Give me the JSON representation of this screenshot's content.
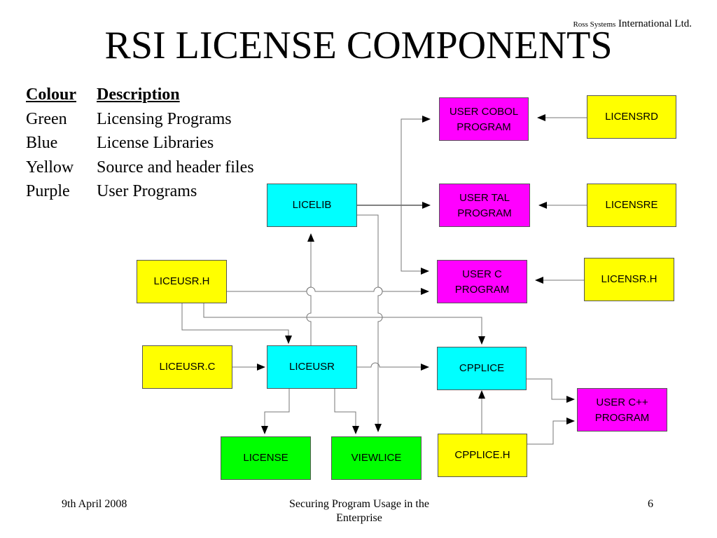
{
  "header": {
    "company_small": "Ross Systems",
    "company_large": "International Ltd.",
    "title": "RSI LICENSE COMPONENTS"
  },
  "legend": {
    "col1_header": "Colour",
    "col2_header": "Description",
    "rows": [
      {
        "colour": "Green",
        "description": "Licensing Programs"
      },
      {
        "colour": "Blue",
        "description": "License Libraries"
      },
      {
        "colour": "Yellow",
        "description": "Source and header files"
      },
      {
        "colour": "Purple",
        "description": "User Programs"
      }
    ]
  },
  "colors": {
    "green": "#00ff00",
    "blue": "#00ffff",
    "yellow": "#ffff00",
    "purple": "#ff00ff"
  },
  "nodes": {
    "user_cobol": {
      "line1": "USER COBOL",
      "line2": "PROGRAM",
      "color": "purple"
    },
    "licensrd": {
      "label": "LICENSRD",
      "color": "yellow"
    },
    "licelib": {
      "label": "LICELIB",
      "color": "blue"
    },
    "user_tal": {
      "line1": "USER TAL",
      "line2": "PROGRAM",
      "color": "purple"
    },
    "licensre": {
      "label": "LICENSRE",
      "color": "yellow"
    },
    "liceusr_h": {
      "label": "LICEUSR.H",
      "color": "yellow"
    },
    "user_c": {
      "line1": "USER C",
      "line2": "PROGRAM",
      "color": "purple"
    },
    "licensr_h": {
      "label": "LICENSR.H",
      "color": "yellow"
    },
    "liceusr_c": {
      "label": "LICEUSR.C",
      "color": "yellow"
    },
    "liceusr": {
      "label": "LICEUSR",
      "color": "blue"
    },
    "cpplice": {
      "label": "CPPLICE",
      "color": "blue"
    },
    "user_cpp": {
      "line1": "USER C++",
      "line2": "PROGRAM",
      "color": "purple"
    },
    "license": {
      "label": "LICENSE",
      "color": "green"
    },
    "viewlice": {
      "label": "VIEWLICE",
      "color": "green"
    },
    "cpplice_h": {
      "label": "CPPLICE.H",
      "color": "yellow"
    }
  },
  "edges": [
    {
      "from": "licensrd",
      "to": "user_cobol"
    },
    {
      "from": "licensre",
      "to": "user_tal"
    },
    {
      "from": "licensr_h",
      "to": "user_c"
    },
    {
      "from": "licelib",
      "to": "user_tal"
    },
    {
      "from": "licelib",
      "to": "user_cobol"
    },
    {
      "from": "licelib",
      "to": "user_c"
    },
    {
      "from": "licelib",
      "to": "viewlice"
    },
    {
      "from": "liceusr",
      "to": "licelib"
    },
    {
      "from": "liceusr_h",
      "to": "user_c"
    },
    {
      "from": "liceusr_h",
      "to": "liceusr"
    },
    {
      "from": "liceusr_h",
      "to": "cpplice"
    },
    {
      "from": "liceusr_c",
      "to": "liceusr"
    },
    {
      "from": "liceusr",
      "to": "cpplice"
    },
    {
      "from": "liceusr",
      "to": "license"
    },
    {
      "from": "liceusr",
      "to": "viewlice"
    },
    {
      "from": "cpplice",
      "to": "user_cpp"
    },
    {
      "from": "cpplice_h",
      "to": "cpplice"
    },
    {
      "from": "cpplice_h",
      "to": "user_cpp"
    }
  ],
  "footer": {
    "date": "9th April 2008",
    "center": "Securing Program Usage in the Enterprise",
    "page": "6"
  }
}
